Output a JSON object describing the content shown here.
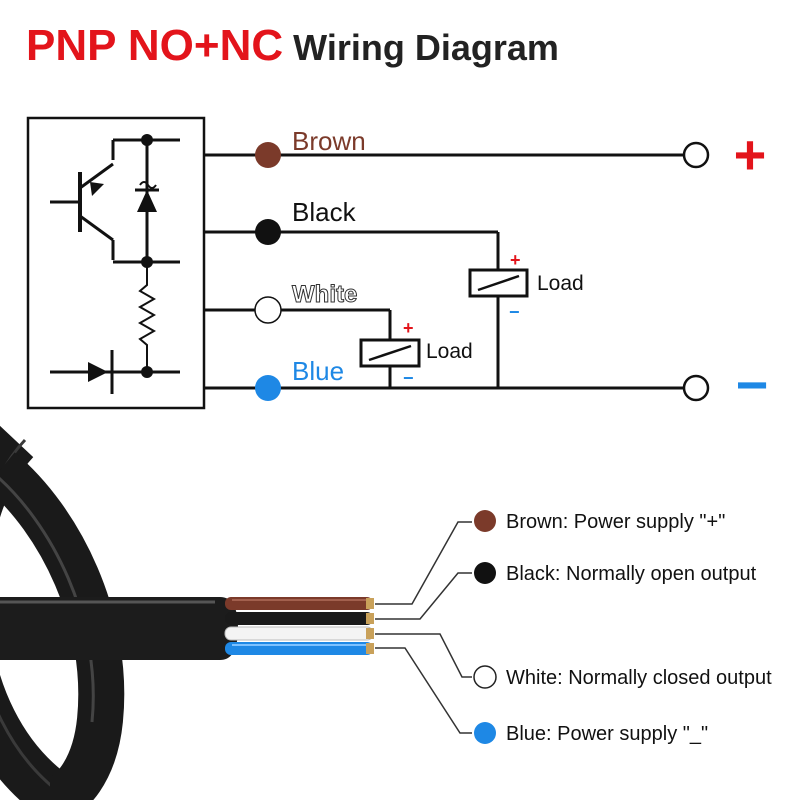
{
  "title": {
    "prefix": "PNP NO+NC",
    "main": "Wiring Diagram"
  },
  "colors": {
    "brown": "#7b3a2a",
    "black": "#111111",
    "white": "#ffffff",
    "blue": "#1e88e5",
    "red": "#e3141b",
    "title_dark": "#222222"
  },
  "wires": {
    "brown": "Brown",
    "black": "Black",
    "white": "White",
    "blue": "Blue"
  },
  "terminals": {
    "positive": "+",
    "negative": "−"
  },
  "loads": {
    "load1": {
      "label": "Load",
      "plus": "+",
      "minus": "−"
    },
    "load2": {
      "label": "Load",
      "plus": "+",
      "minus": "−"
    }
  },
  "legend": {
    "brown": "Brown: Power supply \"+\"",
    "black": "Black: Normally open output",
    "white": "White: Normally closed output",
    "blue": "Blue: Power supply \"_\""
  }
}
